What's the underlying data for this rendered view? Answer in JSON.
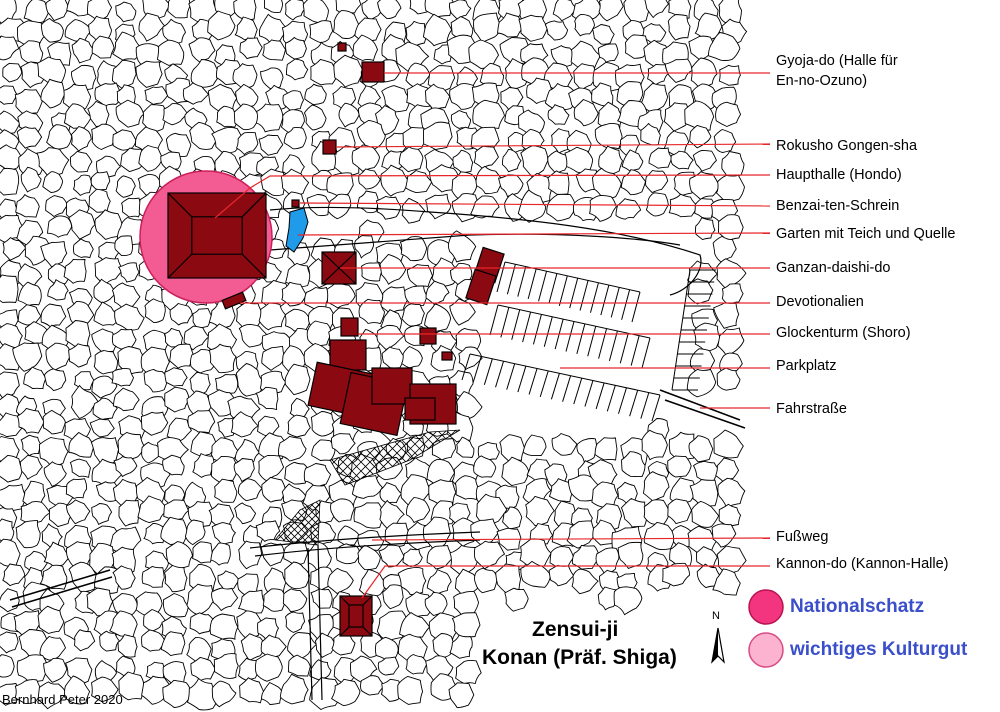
{
  "labels": [
    {
      "id": "gyoja",
      "lines": [
        "Gyoja-do (Halle für",
        "En-no-Ozuno)"
      ]
    },
    {
      "id": "rokusho",
      "lines": [
        "Rokusho Gongen-sha"
      ]
    },
    {
      "id": "haupthalle",
      "lines": [
        "Haupthalle (Hondo)"
      ]
    },
    {
      "id": "benzai",
      "lines": [
        "Benzai-ten-Schrein"
      ]
    },
    {
      "id": "garten",
      "lines": [
        "Garten mit Teich und Quelle"
      ]
    },
    {
      "id": "ganzan",
      "lines": [
        "Ganzan-daishi-do"
      ]
    },
    {
      "id": "devotionalien",
      "lines": [
        "Devotionalien"
      ]
    },
    {
      "id": "glocken",
      "lines": [
        "Glockenturm (Shoro)"
      ]
    },
    {
      "id": "parkplatz",
      "lines": [
        "Parkplatz"
      ]
    },
    {
      "id": "fahrstrasse",
      "lines": [
        "Fahrstraße"
      ]
    },
    {
      "id": "fussweg",
      "lines": [
        "Fußweg"
      ]
    },
    {
      "id": "kannon",
      "lines": [
        "Kannon-do (Kannon-Halle)"
      ]
    }
  ],
  "title": {
    "line1": "Zensui-ji",
    "line2": "Konan (Präf. Shiga)"
  },
  "legend": [
    {
      "label": "Nationalschatz",
      "color": "#f3357f"
    },
    {
      "label": "wichtiges Kulturgut",
      "color": "#fbb3cf"
    }
  ],
  "north_label": "N",
  "credit": "Bernhard Peter 2020",
  "colors": {
    "building": "#8b0a12",
    "leader": "#e8262a",
    "national_treasure": "#f35c92",
    "water": "#1f9bea",
    "legend_text": "#3a4fc9"
  },
  "icons": [
    "north-arrow-icon"
  ]
}
